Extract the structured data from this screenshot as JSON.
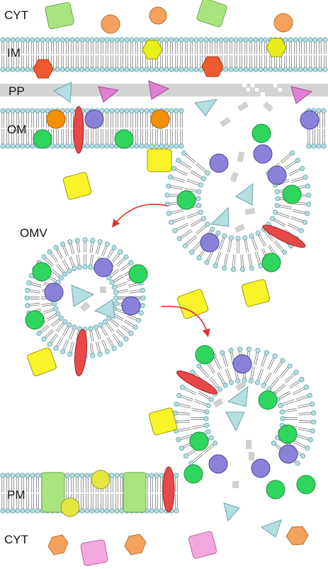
{
  "labels": {
    "cyt_top": "CYT",
    "im": "IM",
    "pp": "PP",
    "om": "OM",
    "omv": "OMV",
    "pm": "PM",
    "cyt_bottom": "CYT"
  },
  "colors": {
    "lipid_head": "#b4dde0",
    "lipid_head_stroke": "#5a9aa0",
    "lipid_tail": "#777777",
    "periplasm_band": "#d4d4d4",
    "light_green_protein": "#a8e57e",
    "green_protein": "#2fd65e",
    "orange": "#f5a25c",
    "yellow_hexagon": "#e8ee1a",
    "red_hexagon": "#ee5a2e",
    "purple_triangle": "#e080d2",
    "teal_triangle": "#b6dde0",
    "purple_protein": "#8a82d8",
    "amber_protein": "#f59000",
    "red_ellipse": "#e84848",
    "yellow_square": "#f8f428",
    "light_yellow_circle": "#e4e640",
    "pink_square": "#f4a8de",
    "arrow": "#e03030"
  },
  "icons": [
    "membrane-bilayer-icon",
    "vesicle-icon",
    "protein-shape-icon",
    "curved-arrow-icon"
  ]
}
